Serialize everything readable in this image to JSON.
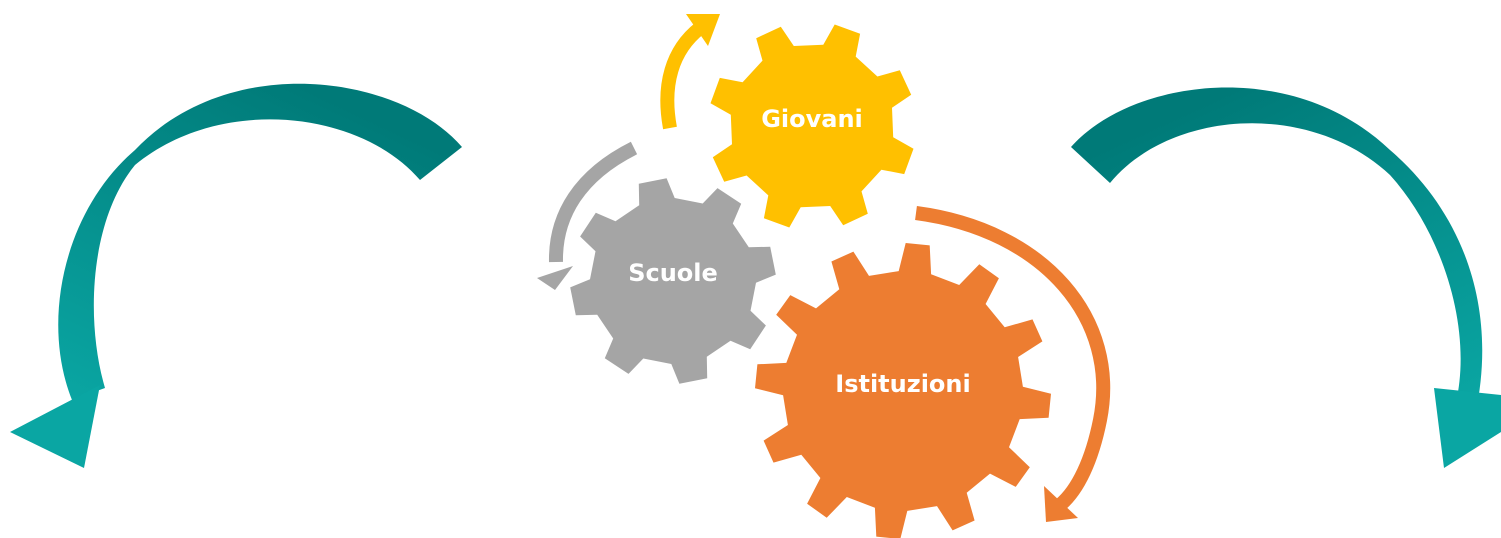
{
  "gears": [
    {
      "id": "giovani",
      "label": "Giovani",
      "color": "#FFC000"
    },
    {
      "id": "scuole",
      "label": "Scuole",
      "color": "#A5A5A5"
    },
    {
      "id": "istituzioni",
      "label": "Istituzioni",
      "color": "#ED7D31"
    }
  ],
  "cycle_arrows": [
    {
      "id": "giovani",
      "color": "#FFC000"
    },
    {
      "id": "scuole",
      "color": "#A5A5A5"
    },
    {
      "id": "istituzioni",
      "color": "#ED7D31"
    }
  ],
  "side_arrows": {
    "color_dark": "#007A78",
    "color_light": "#0AA6A3"
  }
}
